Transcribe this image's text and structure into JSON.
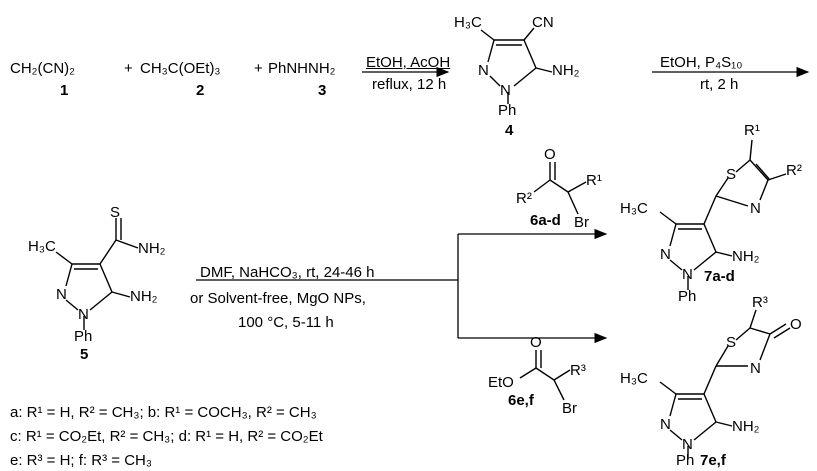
{
  "reaction1": {
    "reactant1": "CH₂(CN)₂",
    "plus1": "+",
    "reactant2": "CH₃C(OEt)₃",
    "plus2": "+",
    "reactant3": "PhNHNH₂",
    "num1": "1",
    "num2": "2",
    "num3": "3",
    "cond_top": "EtOH, AcOH",
    "cond_bottom": "reflux, 12 h",
    "product_num": "4",
    "cond2_top": "EtOH, P₄S₁₀",
    "cond2_bottom": "rt, 2 h"
  },
  "atoms": {
    "h3c": "H₃C",
    "cn": "CN",
    "n": "N",
    "nh2": "NH₂",
    "ph": "Ph",
    "s": "S",
    "o": "O",
    "br": "Br",
    "eto": "EtO",
    "r1": "R¹",
    "r2": "R²",
    "r3": "R³"
  },
  "reaction2": {
    "start_num": "5",
    "cond_line1": "DMF, NaHCO₃, rt, 24-46 h",
    "cond_line2": "or Solvent-free, MgO NPs,",
    "cond_line3": "100 °C, 5-11 h",
    "reagent_upper": "6a-d",
    "reagent_lower": "6e,f",
    "product_upper": "7a-d",
    "product_lower": "7e,f"
  },
  "substituents": {
    "line1": "a: R¹ = H, R² = CH₃; b: R¹ = COCH₃, R² = CH₃",
    "line2": "c: R¹ = CO₂Et, R² = CH₃; d: R¹ = H, R² = CO₂Et",
    "line3": "e: R³ = H; f: R³ = CH₃"
  }
}
